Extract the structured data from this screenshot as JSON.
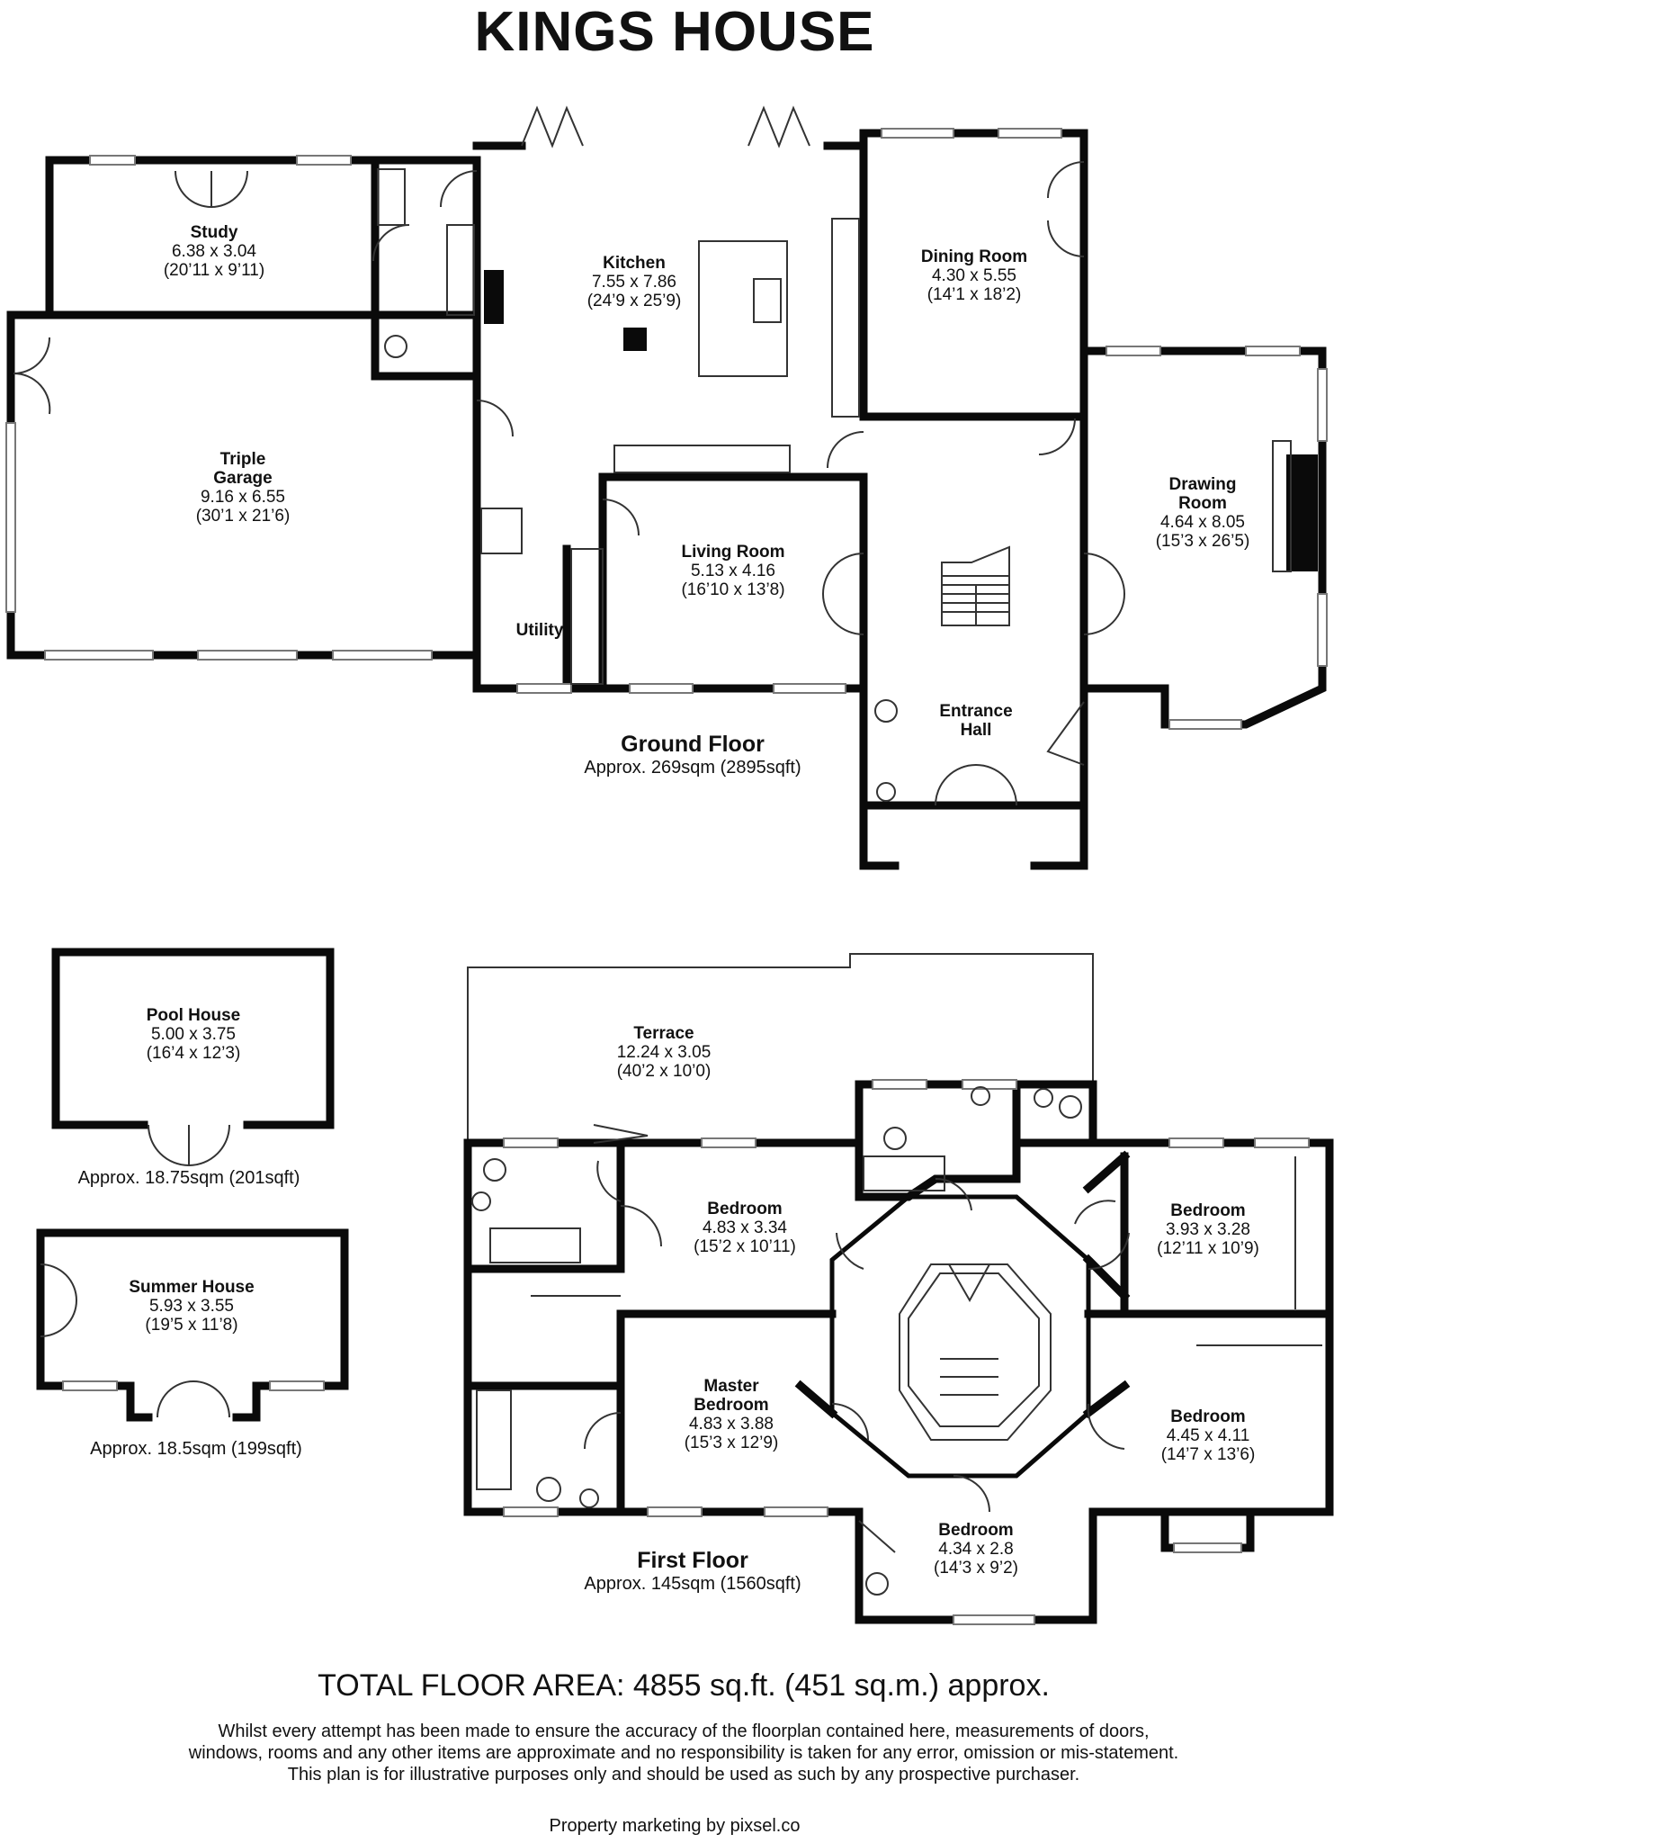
{
  "title": "KINGS HOUSE",
  "ground_floor": {
    "name": "Ground Floor",
    "area": "Approx. 269sqm (2895sqft)",
    "rooms": {
      "study": {
        "name": "Study",
        "metric": "6.38 x 3.04",
        "imperial": "(20’11 x 9’11)"
      },
      "kitchen": {
        "name": "Kitchen",
        "metric": "7.55 x 7.86",
        "imperial": "(24’9 x 25’9)"
      },
      "dining": {
        "name": "Dining Room",
        "metric": "4.30 x 5.55",
        "imperial": "(14’1 x 18’2)"
      },
      "garage": {
        "name": "Triple\nGarage",
        "metric": "9.16 x 6.55",
        "imperial": "(30’1 x 21’6)"
      },
      "drawing": {
        "name": "Drawing\nRoom",
        "metric": "4.64 x 8.05",
        "imperial": "(15’3 x 26’5)"
      },
      "living": {
        "name": "Living Room",
        "metric": "5.13 x 4.16",
        "imperial": "(16’10 x 13’8)"
      },
      "utility": {
        "name": "Utility"
      },
      "hall": {
        "name": "Entrance\nHall"
      }
    }
  },
  "outbuildings": {
    "pool_house": {
      "name": "Pool House",
      "metric": "5.00 x 3.75",
      "imperial": "(16’4 x 12’3)",
      "area": "Approx. 18.75sqm (201sqft)"
    },
    "summer_house": {
      "name": "Summer House",
      "metric": "5.93 x 3.55",
      "imperial": "(19’5 x 11’8)",
      "area": "Approx. 18.5sqm (199sqft)"
    }
  },
  "first_floor": {
    "name": "First Floor",
    "area": "Approx. 145sqm (1560sqft)",
    "rooms": {
      "terrace": {
        "name": "Terrace",
        "metric": "12.24 x 3.05",
        "imperial": "(40’2 x 10’0)"
      },
      "bedroom_a": {
        "name": "Bedroom",
        "metric": "4.83 x 3.34",
        "imperial": "(15’2 x 10’11)"
      },
      "bedroom_b": {
        "name": "Bedroom",
        "metric": "3.93 x 3.28",
        "imperial": "(12’11 x 10’9)"
      },
      "master": {
        "name": "Master\nBedroom",
        "metric": "4.83 x 3.88",
        "imperial": "(15’3 x 12’9)"
      },
      "bedroom_c": {
        "name": "Bedroom",
        "metric": "4.45 x 4.11",
        "imperial": "(14’7 x 13’6)"
      },
      "bedroom_d": {
        "name": "Bedroom",
        "metric": "4.34 x 2.8",
        "imperial": "(14’3 x 9’2)"
      }
    }
  },
  "total_area": "TOTAL FLOOR AREA: 4855 sq.ft. (451 sq.m.) approx.",
  "disclaimer": "Whilst every attempt has been made to ensure the accuracy of the floorplan contained here, measurements of doors, windows, rooms and any other items are approximate and no responsibility is taken for any error, omission or mis-statement. This plan is for illustrative purposes only and should be used as such by any prospective purchaser.",
  "credit": "Property marketing by pixsel.co"
}
